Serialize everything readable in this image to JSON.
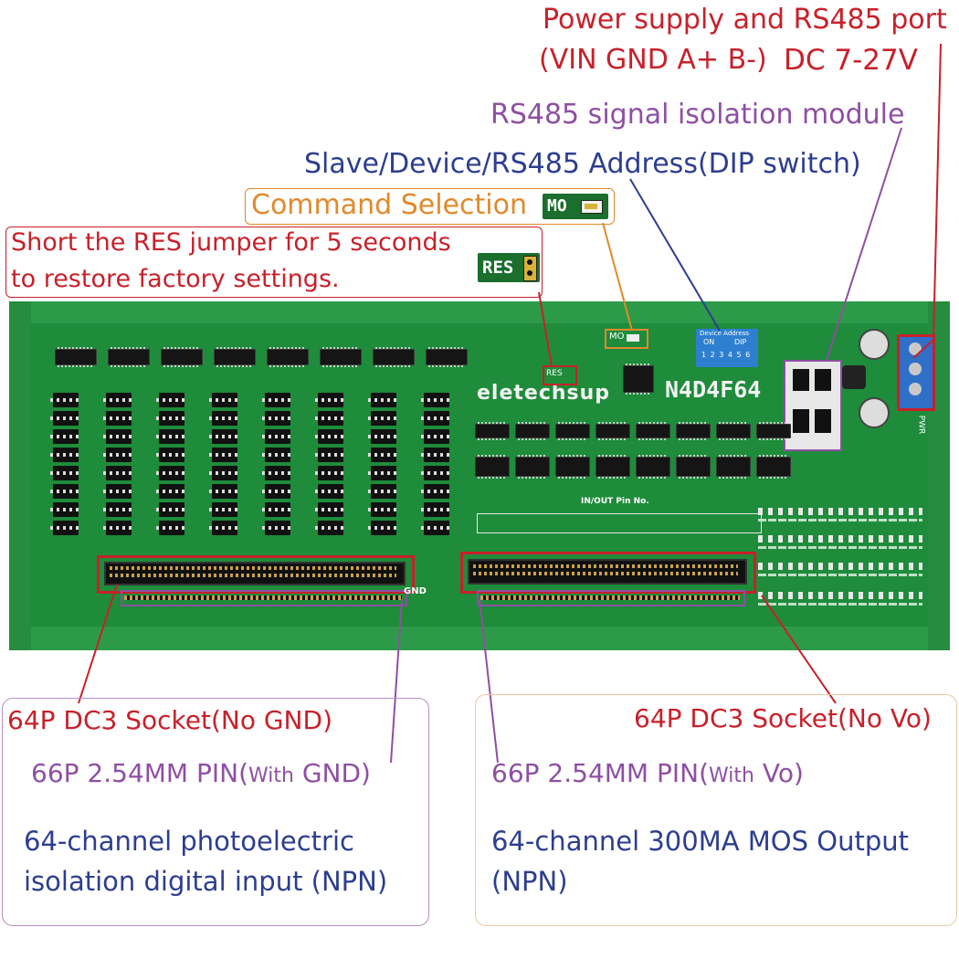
{
  "labels": {
    "power_line1": "Power supply and RS485 port",
    "power_line2": "(VIN GND A+ B-)",
    "power_dc": "DC 7-27V",
    "rs485_isolation": "RS485 signal isolation module",
    "slave_address": "Slave/Device/RS485 Address(DIP switch)",
    "command_selection": "Command Selection",
    "mo_badge": "MO",
    "res_line1": "Short the RES jumper for 5 seconds",
    "res_line2": "to restore factory settings.",
    "res_badge": "RES"
  },
  "board": {
    "brand": "eletechsup",
    "model": "N4D4F64",
    "pin_no": "IN/OUT  Pin  No.",
    "gnd": "GND",
    "mo_small": "MO",
    "res_small": "RES",
    "pwr": "PWR",
    "dip_title": "Device Address",
    "dip_on": "ON",
    "dip_dip": "DIP",
    "dip_numbers": "1 2 3 4 5 6"
  },
  "left_panel": {
    "socket": "64P DC3 Socket(No GND)",
    "pin_main": "66P 2.54MM PIN(",
    "pin_with": "With",
    "pin_end": " GND)",
    "desc_line1": "64-channel photoelectric",
    "desc_line2": "isolation digital input (NPN)"
  },
  "right_panel": {
    "socket": "64P DC3 Socket(No Vo)",
    "pin_main": "66P 2.54MM PIN(",
    "pin_with": "With",
    "pin_end": " Vo)",
    "desc_line1": "64-channel 300MA MOS Output",
    "desc_line2": "(NPN)"
  },
  "colors": {
    "red": "#c8202a",
    "purple": "#8e4fa3",
    "navy": "#2c3e8f",
    "orange": "#e08a2a",
    "pcb_green": "#1f8a3a",
    "badge_green": "#1b6e2c"
  }
}
